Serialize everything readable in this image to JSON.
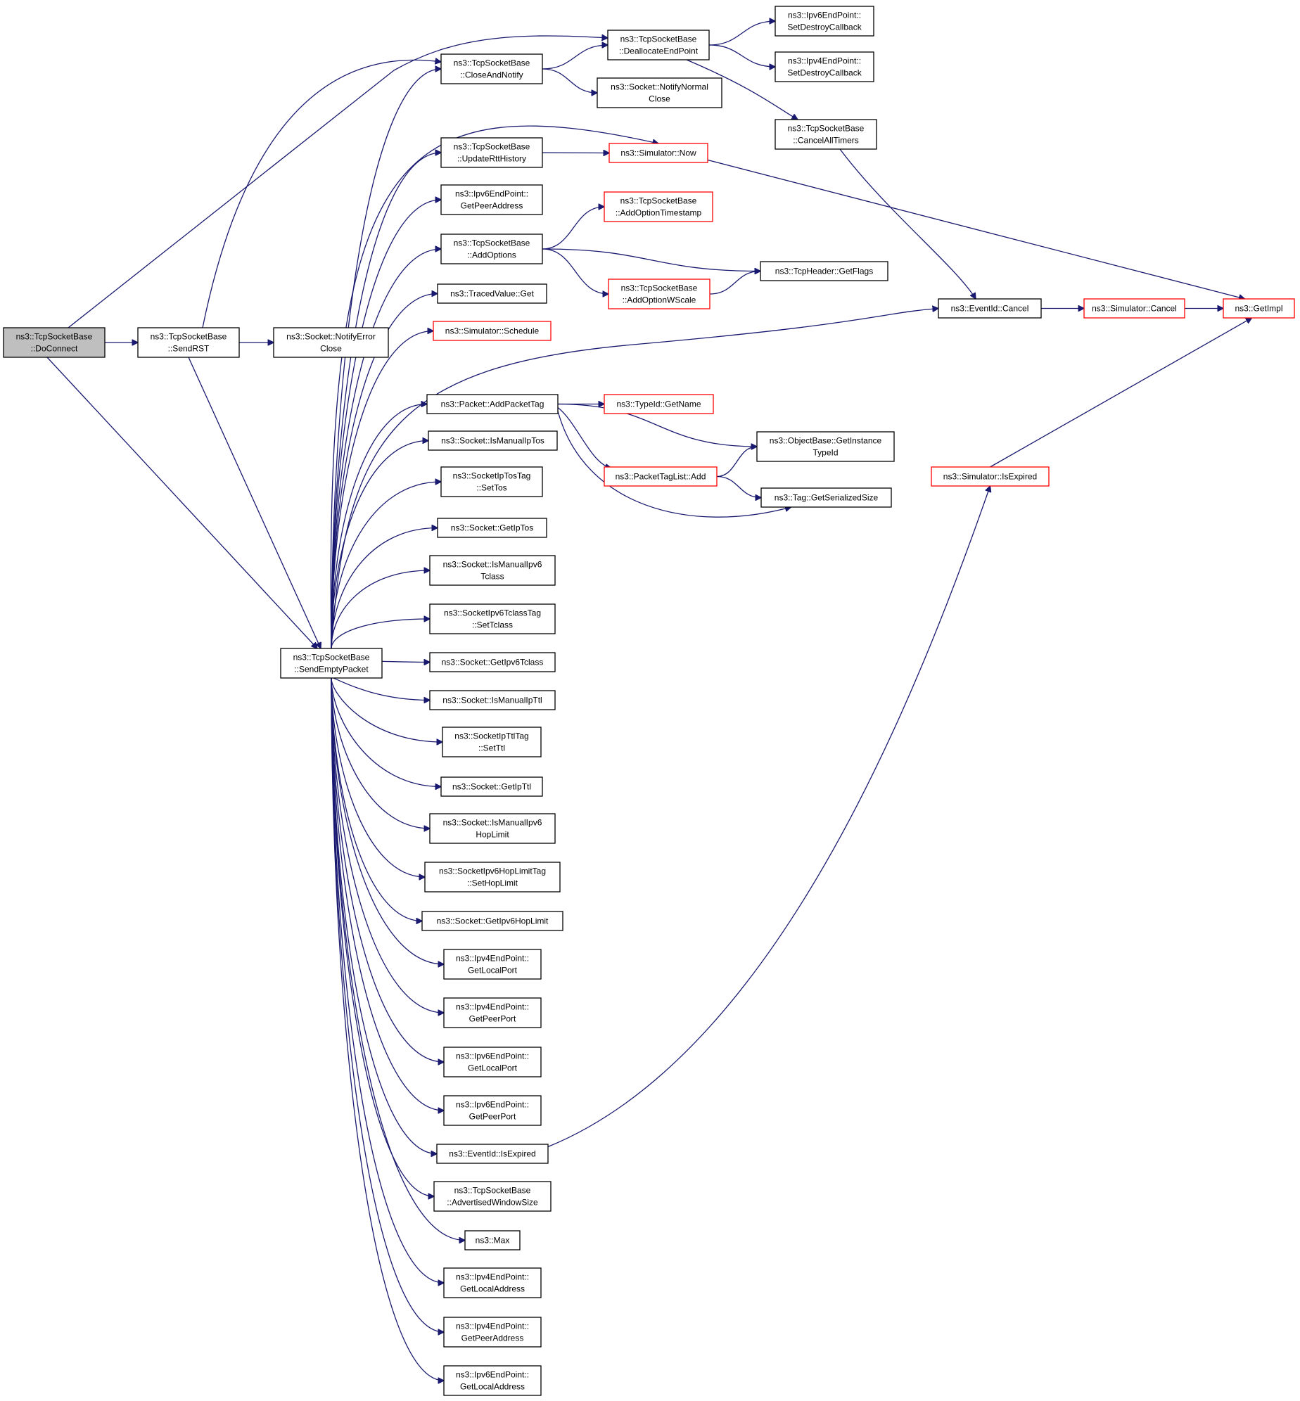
{
  "colors": {
    "edge": "#191970",
    "box_border": "#000000",
    "box_border_truncated": "#ff0000",
    "box_fill": "#ffffff",
    "root_fill": "#bfbfbf",
    "text": "#000000"
  },
  "nodes": [
    {
      "id": "doconnect",
      "lines": [
        "ns3::TcpSocketBase",
        "::DoConnect"
      ],
      "root": true
    },
    {
      "id": "sendrst",
      "lines": [
        "ns3::TcpSocketBase",
        "::SendRST"
      ]
    },
    {
      "id": "notifyerrorclose",
      "lines": [
        "ns3::Socket::NotifyError",
        "Close"
      ]
    },
    {
      "id": "closeandnotify",
      "lines": [
        "ns3::TcpSocketBase",
        "::CloseAndNotify"
      ]
    },
    {
      "id": "deallocate",
      "lines": [
        "ns3::TcpSocketBase",
        "::DeallocateEndPoint"
      ]
    },
    {
      "id": "ipv6destroy",
      "lines": [
        "ns3::Ipv6EndPoint::",
        "SetDestroyCallback"
      ]
    },
    {
      "id": "ipv4destroy",
      "lines": [
        "ns3::Ipv4EndPoint::",
        "SetDestroyCallback"
      ]
    },
    {
      "id": "cancelalltimers",
      "lines": [
        "ns3::TcpSocketBase",
        "::CancelAllTimers"
      ]
    },
    {
      "id": "notifynormalclose",
      "lines": [
        "ns3::Socket::NotifyNormal",
        "Close"
      ]
    },
    {
      "id": "updatertt",
      "lines": [
        "ns3::TcpSocketBase",
        "::UpdateRttHistory"
      ]
    },
    {
      "id": "simnow",
      "lines": [
        "ns3::Simulator::Now"
      ],
      "truncated": true
    },
    {
      "id": "ipv6getpeeraddr",
      "lines": [
        "ns3::Ipv6EndPoint::",
        "GetPeerAddress"
      ]
    },
    {
      "id": "addoptions",
      "lines": [
        "ns3::TcpSocketBase",
        "::AddOptions"
      ]
    },
    {
      "id": "addoptionts",
      "lines": [
        "ns3::TcpSocketBase",
        "::AddOptionTimestamp"
      ],
      "truncated": true
    },
    {
      "id": "addoptionws",
      "lines": [
        "ns3::TcpSocketBase",
        "::AddOptionWScale"
      ],
      "truncated": true
    },
    {
      "id": "getflags",
      "lines": [
        "ns3::TcpHeader::GetFlags"
      ]
    },
    {
      "id": "tracedget",
      "lines": [
        "ns3::TracedValue::Get"
      ]
    },
    {
      "id": "schedule",
      "lines": [
        "ns3::Simulator::Schedule"
      ],
      "truncated": true
    },
    {
      "id": "eventcancel",
      "lines": [
        "ns3::EventId::Cancel"
      ]
    },
    {
      "id": "simcancel",
      "lines": [
        "ns3::Simulator::Cancel"
      ],
      "truncated": true
    },
    {
      "id": "getimpl",
      "lines": [
        "ns3::GetImpl"
      ],
      "truncated": true
    },
    {
      "id": "addpackettag",
      "lines": [
        "ns3::Packet::AddPacketTag"
      ]
    },
    {
      "id": "typeidgetname",
      "lines": [
        "ns3::TypeId::GetName"
      ],
      "truncated": true
    },
    {
      "id": "getinstancetypeid",
      "lines": [
        "ns3::ObjectBase::GetInstance",
        "TypeId"
      ]
    },
    {
      "id": "packettaglistadd",
      "lines": [
        "ns3::PacketTagList::Add"
      ],
      "truncated": true
    },
    {
      "id": "getserializedsize",
      "lines": [
        "ns3::Tag::GetSerializedSize"
      ]
    },
    {
      "id": "simisexpired",
      "lines": [
        "ns3::Simulator::IsExpired"
      ],
      "truncated": true
    },
    {
      "id": "ismanualiptos",
      "lines": [
        "ns3::Socket::IsManualIpTos"
      ]
    },
    {
      "id": "settos",
      "lines": [
        "ns3::SocketIpTosTag",
        "::SetTos"
      ]
    },
    {
      "id": "getiptos",
      "lines": [
        "ns3::Socket::GetIpTos"
      ]
    },
    {
      "id": "ismanualipv6tclass",
      "lines": [
        "ns3::Socket::IsManualIpv6",
        "Tclass"
      ]
    },
    {
      "id": "settclass",
      "lines": [
        "ns3::SocketIpv6TclassTag",
        "::SetTclass"
      ]
    },
    {
      "id": "sendemptypacket",
      "lines": [
        "ns3::TcpSocketBase",
        "::SendEmptyPacket"
      ]
    },
    {
      "id": "getipv6tclass",
      "lines": [
        "ns3::Socket::GetIpv6Tclass"
      ]
    },
    {
      "id": "ismanualipttl",
      "lines": [
        "ns3::Socket::IsManualIpTtl"
      ]
    },
    {
      "id": "setttl",
      "lines": [
        "ns3::SocketIpTtlTag",
        "::SetTtl"
      ]
    },
    {
      "id": "getipttl",
      "lines": [
        "ns3::Socket::GetIpTtl"
      ]
    },
    {
      "id": "ismanualipv6hop",
      "lines": [
        "ns3::Socket::IsManualIpv6",
        "HopLimit"
      ]
    },
    {
      "id": "sethoplimit",
      "lines": [
        "ns3::SocketIpv6HopLimitTag",
        "::SetHopLimit"
      ]
    },
    {
      "id": "getipv6hoplimit",
      "lines": [
        "ns3::Socket::GetIpv6HopLimit"
      ]
    },
    {
      "id": "ipv4getlocalport",
      "lines": [
        "ns3::Ipv4EndPoint::",
        "GetLocalPort"
      ]
    },
    {
      "id": "ipv4getpeerport",
      "lines": [
        "ns3::Ipv4EndPoint::",
        "GetPeerPort"
      ]
    },
    {
      "id": "ipv6getlocalport",
      "lines": [
        "ns3::Ipv6EndPoint::",
        "GetLocalPort"
      ]
    },
    {
      "id": "ipv6getpeerport",
      "lines": [
        "ns3::Ipv6EndPoint::",
        "GetPeerPort"
      ]
    },
    {
      "id": "eventisexpired",
      "lines": [
        "ns3::EventId::IsExpired"
      ]
    },
    {
      "id": "advwindowsize",
      "lines": [
        "ns3::TcpSocketBase",
        "::AdvertisedWindowSize"
      ]
    },
    {
      "id": "max",
      "lines": [
        "ns3::Max"
      ]
    },
    {
      "id": "ipv4getlocaladdr",
      "lines": [
        "ns3::Ipv4EndPoint::",
        "GetLocalAddress"
      ]
    },
    {
      "id": "ipv4getpeeraddr",
      "lines": [
        "ns3::Ipv4EndPoint::",
        "GetPeerAddress"
      ]
    },
    {
      "id": "ipv6getlocaladdr",
      "lines": [
        "ns3::Ipv6EndPoint::",
        "GetLocalAddress"
      ]
    }
  ],
  "edges": [
    [
      "doconnect",
      "sendrst"
    ],
    [
      "doconnect",
      "deallocate"
    ],
    [
      "doconnect",
      "sendemptypacket"
    ],
    [
      "sendrst",
      "notifyerrorclose"
    ],
    [
      "sendrst",
      "closeandnotify"
    ],
    [
      "sendrst",
      "sendemptypacket"
    ],
    [
      "closeandnotify",
      "deallocate"
    ],
    [
      "closeandnotify",
      "notifynormalclose"
    ],
    [
      "deallocate",
      "ipv6destroy"
    ],
    [
      "deallocate",
      "ipv4destroy"
    ],
    [
      "deallocate",
      "cancelalltimers"
    ],
    [
      "cancelalltimers",
      "eventcancel"
    ],
    [
      "updatertt",
      "simnow"
    ],
    [
      "simnow",
      "getimpl"
    ],
    [
      "addoptions",
      "addoptionts"
    ],
    [
      "addoptions",
      "getflags"
    ],
    [
      "addoptions",
      "addoptionws"
    ],
    [
      "addoptionws",
      "getflags"
    ],
    [
      "eventcancel",
      "simcancel"
    ],
    [
      "simcancel",
      "getimpl"
    ],
    [
      "addpackettag",
      "typeidgetname"
    ],
    [
      "addpackettag",
      "getinstancetypeid"
    ],
    [
      "addpackettag",
      "packettaglistadd"
    ],
    [
      "addpackettag",
      "getserializedsize"
    ],
    [
      "packettaglistadd",
      "getinstancetypeid"
    ],
    [
      "packettaglistadd",
      "getserializedsize"
    ],
    [
      "simisexpired",
      "getimpl"
    ],
    [
      "eventisexpired",
      "simisexpired"
    ],
    [
      "sendemptypacket",
      "closeandnotify"
    ],
    [
      "sendemptypacket",
      "simnow"
    ],
    [
      "sendemptypacket",
      "updatertt"
    ],
    [
      "sendemptypacket",
      "ipv6getpeeraddr"
    ],
    [
      "sendemptypacket",
      "addoptions"
    ],
    [
      "sendemptypacket",
      "tracedget"
    ],
    [
      "sendemptypacket",
      "schedule"
    ],
    [
      "sendemptypacket",
      "eventcancel"
    ],
    [
      "sendemptypacket",
      "addpackettag"
    ],
    [
      "sendemptypacket",
      "ismanualiptos"
    ],
    [
      "sendemptypacket",
      "settos"
    ],
    [
      "sendemptypacket",
      "getiptos"
    ],
    [
      "sendemptypacket",
      "ismanualipv6tclass"
    ],
    [
      "sendemptypacket",
      "settclass"
    ],
    [
      "sendemptypacket",
      "getipv6tclass"
    ],
    [
      "sendemptypacket",
      "ismanualipttl"
    ],
    [
      "sendemptypacket",
      "setttl"
    ],
    [
      "sendemptypacket",
      "getipttl"
    ],
    [
      "sendemptypacket",
      "ismanualipv6hop"
    ],
    [
      "sendemptypacket",
      "sethoplimit"
    ],
    [
      "sendemptypacket",
      "getipv6hoplimit"
    ],
    [
      "sendemptypacket",
      "ipv4getlocalport"
    ],
    [
      "sendemptypacket",
      "ipv4getpeerport"
    ],
    [
      "sendemptypacket",
      "ipv6getlocalport"
    ],
    [
      "sendemptypacket",
      "ipv6getpeerport"
    ],
    [
      "sendemptypacket",
      "eventisexpired"
    ],
    [
      "sendemptypacket",
      "advwindowsize"
    ],
    [
      "sendemptypacket",
      "max"
    ],
    [
      "sendemptypacket",
      "ipv4getlocaladdr"
    ],
    [
      "sendemptypacket",
      "ipv4getpeeraddr"
    ],
    [
      "sendemptypacket",
      "ipv6getlocaladdr"
    ]
  ]
}
